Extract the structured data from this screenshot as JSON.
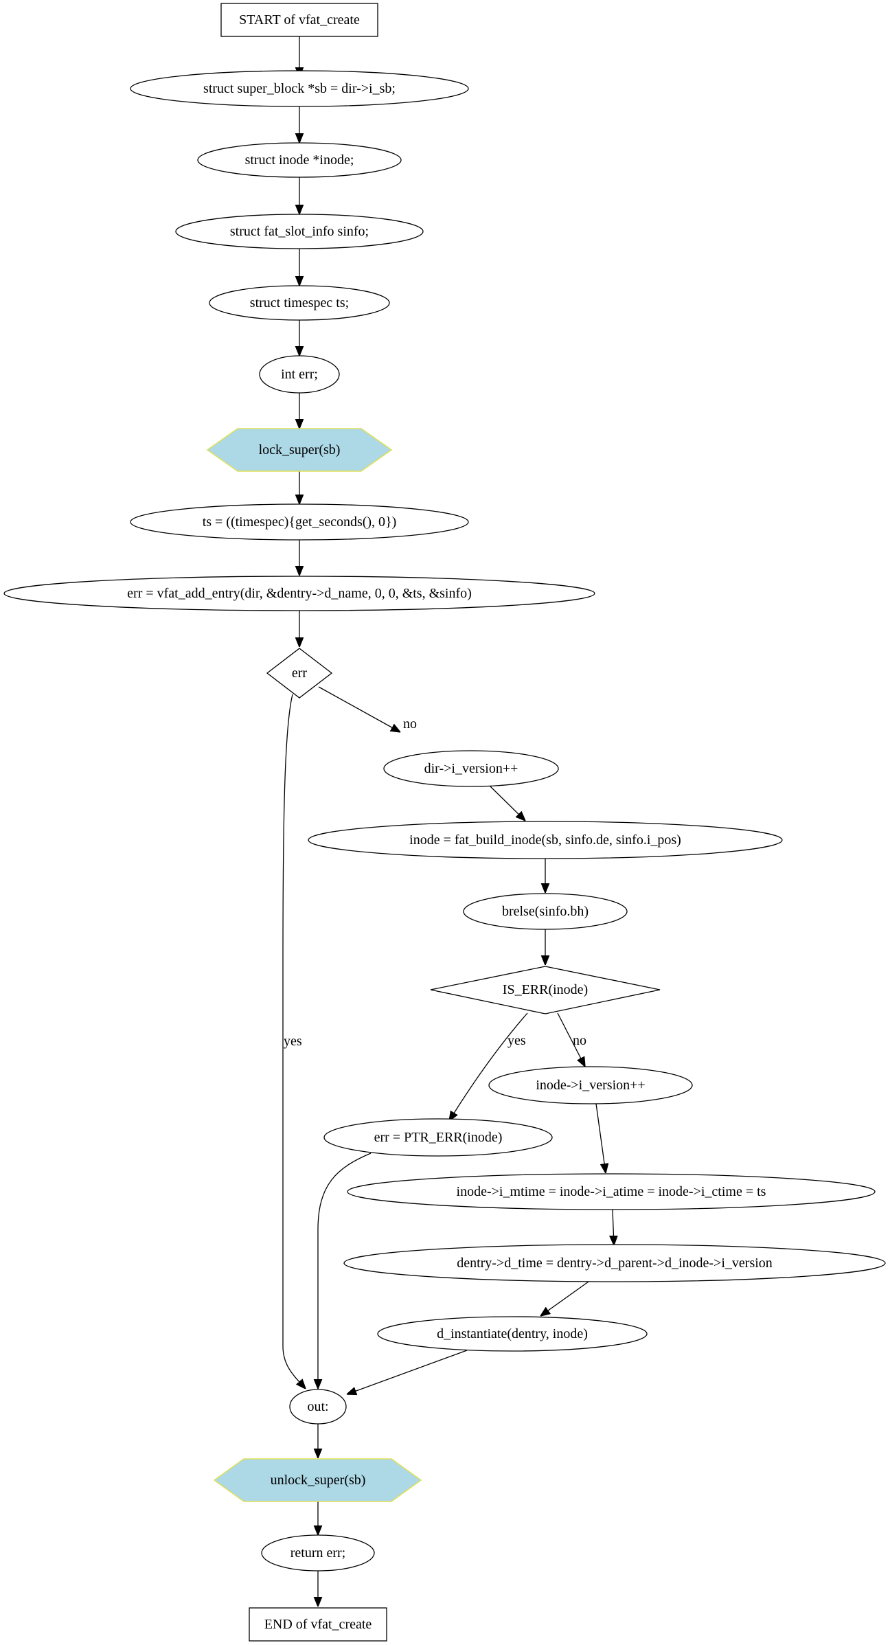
{
  "nodes": {
    "start": "START of vfat_create",
    "sb": "struct super_block *sb = dir->i_sb;",
    "inode_decl": "struct inode *inode;",
    "sinfo_decl": "struct fat_slot_info sinfo;",
    "ts_decl": "struct timespec ts;",
    "err_decl": "int err;",
    "lock": "lock_super(sb)",
    "ts_assign": "ts = ((timespec){get_seconds(), 0})",
    "add_entry": "err = vfat_add_entry(dir, &dentry->d_name, 0, 0, &ts, &sinfo)",
    "err_check": "err",
    "dir_version": "dir->i_version++",
    "build_inode": "inode = fat_build_inode(sb, sinfo.de, sinfo.i_pos)",
    "brelse": "brelse(sinfo.bh)",
    "is_err": "IS_ERR(inode)",
    "ptr_err": "err = PTR_ERR(inode)",
    "inode_version": "inode->i_version++",
    "times": "inode->i_mtime = inode->i_atime = inode->i_ctime = ts",
    "dentry_time": "dentry->d_time = dentry->d_parent->d_inode->i_version",
    "instantiate": "d_instantiate(dentry, inode)",
    "out": "out:",
    "unlock": "unlock_super(sb)",
    "ret": "return err;",
    "end": "END of vfat_create"
  },
  "edge_labels": {
    "err_yes": "yes",
    "err_no": "no",
    "is_err_yes": "yes",
    "is_err_no": "no"
  },
  "colors": {
    "hexagon_fill": "#add8e6",
    "hexagon_stroke": "#e0e05a"
  }
}
